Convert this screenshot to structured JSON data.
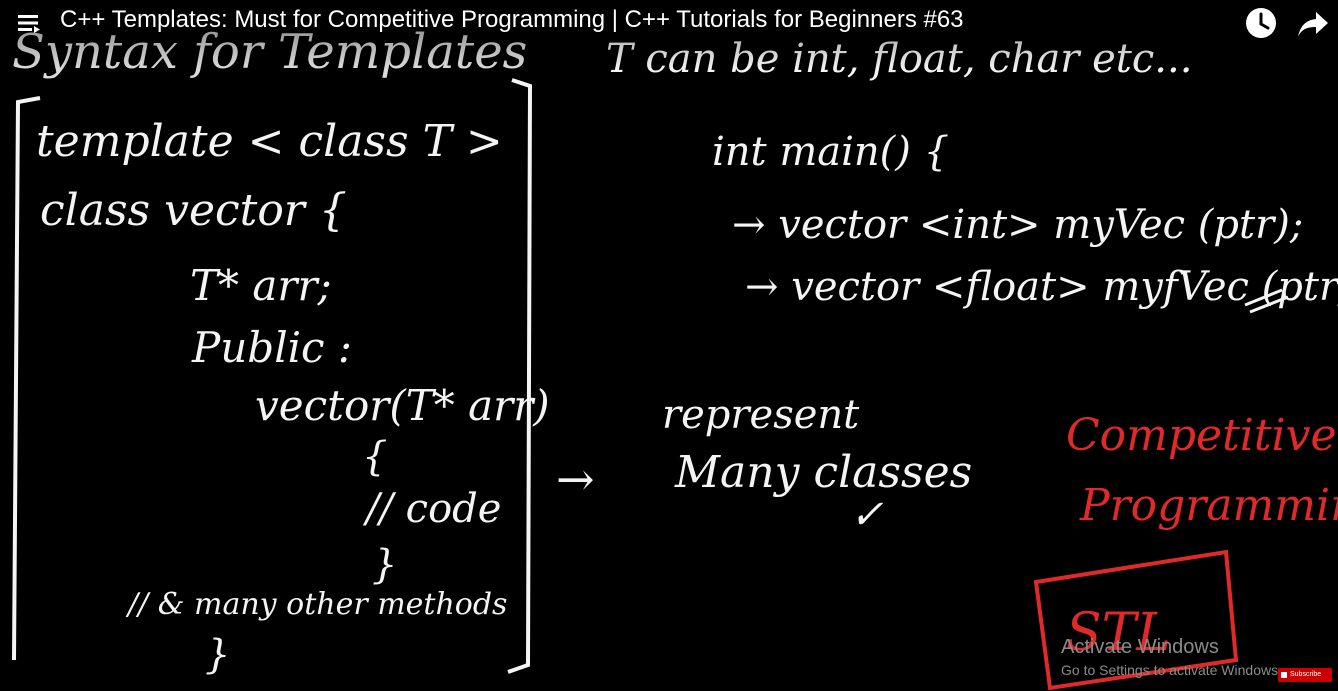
{
  "player": {
    "title": "C++ Templates: Must for Competitive Programming | C++ Tutorials for Beginners #63",
    "icons": {
      "menu": "hamburger-menu-icon",
      "watch_later": "clock-icon",
      "share": "share-arrow-icon"
    }
  },
  "board": {
    "top_line": "Syntax for Templates",
    "top_note": "T can be int, float, char etc...",
    "code": {
      "l1": "template < class T >",
      "l2": "class vector {",
      "l3": "T* arr;",
      "l4": "Public :",
      "l5": "vector(T* arr)",
      "l6": "{",
      "l7": "// code",
      "l8": "}",
      "l9": "// & many other methods",
      "l10": "}"
    },
    "main": {
      "l1": "int main() {",
      "l2": "→ vector <int> myVec (ptr);",
      "l3": "→ vector <float> myfVec (ptr);"
    },
    "arrow": "→",
    "represent": "represent",
    "many_classes": "Many classes",
    "tick": "✓",
    "competitive": "Competitive",
    "programming": "Programming",
    "stl": "STL"
  },
  "overlay": {
    "activate_title": "Activate Windows",
    "activate_sub": "Go to Settings to activate Windows.",
    "subscribe": "Subscribe"
  },
  "colors": {
    "board": "#000000",
    "chalk": "#f4f4f4",
    "red": "#e02a2a"
  }
}
